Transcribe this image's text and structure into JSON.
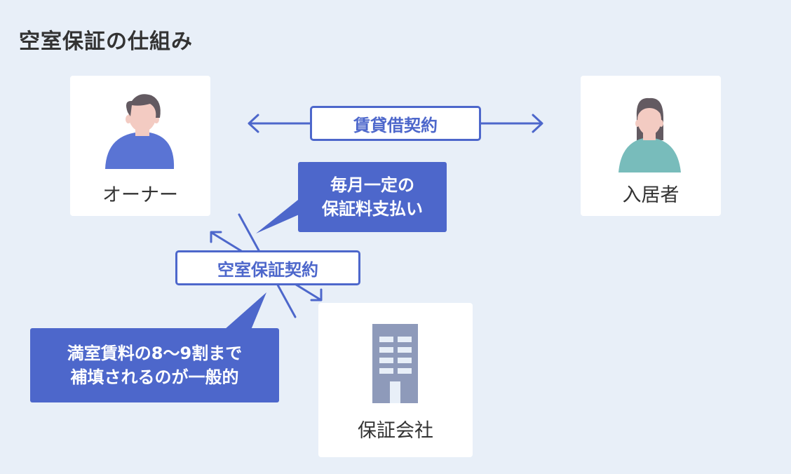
{
  "title": "空室保証の仕組み",
  "nodes": {
    "owner": {
      "label": "オーナー",
      "icon": "man-icon",
      "shirt_color": "#5a74d4",
      "hair_color": "#635a61",
      "skin_color": "#f3cbc2"
    },
    "tenant": {
      "label": "入居者",
      "icon": "woman-icon",
      "shirt_color": "#78bcbb",
      "hair_color": "#635a61",
      "skin_color": "#f3cbc2"
    },
    "guarantor": {
      "label": "保証会社",
      "icon": "building-icon",
      "building_color": "#8e9aba",
      "window_color": "#e8eff8"
    }
  },
  "relations": {
    "lease": {
      "label": "賃貸借契約"
    },
    "vacancy_guarantee": {
      "label": "空室保証契約"
    }
  },
  "callouts": {
    "fee": {
      "lines": [
        "毎月一定の",
        "保証料支払い"
      ]
    },
    "compensation": {
      "lines": [
        "満室賃料の8〜9割まで",
        "補填されるのが一般的"
      ]
    }
  },
  "colors": {
    "accent": "#4d67cb",
    "background": "#e8eff8",
    "text": "#333333"
  }
}
